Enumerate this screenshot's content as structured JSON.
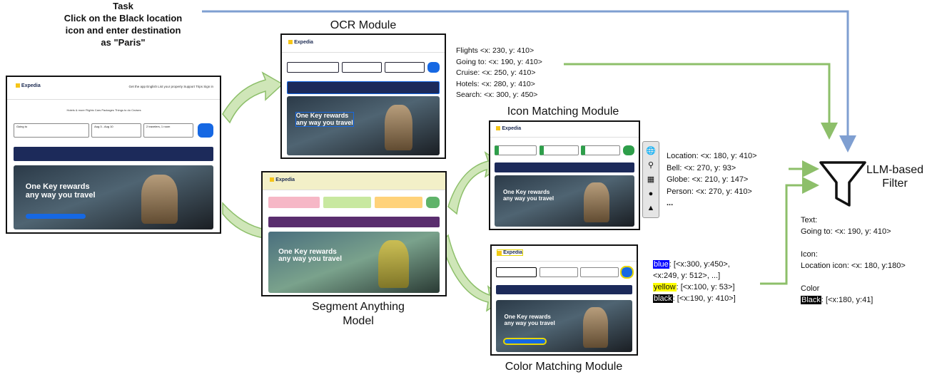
{
  "task": {
    "heading": "Task",
    "line1": "Click on the Black location",
    "line2": "icon and enter destination",
    "line3": "as \"Paris\""
  },
  "modules": {
    "ocr": "OCR Module",
    "icon": "Icon Matching Module",
    "sam_line1": "Segment Anything",
    "sam_line2": "Model",
    "color": "Color Matching Module",
    "llm_line1": "LLM-based",
    "llm_line2": "Filter"
  },
  "ocr_results": [
    "Flights <x: 230, y: 410>",
    "Going to: <x: 190, y: 410>",
    "Cruise: <x: 250, y: 410>",
    "Hotels: <x: 280, y: 410>",
    "Search: <x: 300, y: 450>"
  ],
  "icon_results": [
    "Location: <x: 180, y: 410>",
    "Bell: <x: 270, y: 93>",
    "Globe: <x: 210, y: 147>",
    "Person: <x: 270, y: 410>",
    "..."
  ],
  "color_results": {
    "blue_key": "blue",
    "blue_val": ": [<x:300, y:450>,",
    "blue_cont": "<x:249, y: 512>, ...]",
    "yellow_key": "yellow",
    "yellow_val": ": [<x:100, y: 53>]",
    "black_key": "black",
    "black_val": ": [<x:190, y: 410>]"
  },
  "filter_output": {
    "text_heading": "Text:",
    "text_value": "Going to: <x: 190, y: 410>",
    "icon_heading": "Icon:",
    "icon_value": "Location icon: <x: 180, y:180>",
    "color_heading": "Color",
    "color_key": "Black",
    "color_value": ": [<x:180, y:41]"
  },
  "screenshot": {
    "brand": "Expedia",
    "nav_links": "Get the app   English   List your property   Support   Trips   Sign in",
    "tabs": "Hotels & more   Flights   Cars   Packages   Things to do   Cruises",
    "field_going": "Going to",
    "field_dates": "Aug 3 - Aug 10",
    "field_travelers": "2 travelers, 1 room",
    "hero_line1": "One Key rewards",
    "hero_line2": "any way you travel"
  },
  "sidebar_icons": [
    "globe-icon",
    "location-pin-icon",
    "calendar-icon",
    "person-icon",
    "bell-icon"
  ],
  "colors": {
    "arrow_green": "#8dbf6a",
    "arrow_blue": "#7f9fd1",
    "brand_blue": "#1668e3",
    "navy": "#1c2a5a"
  }
}
